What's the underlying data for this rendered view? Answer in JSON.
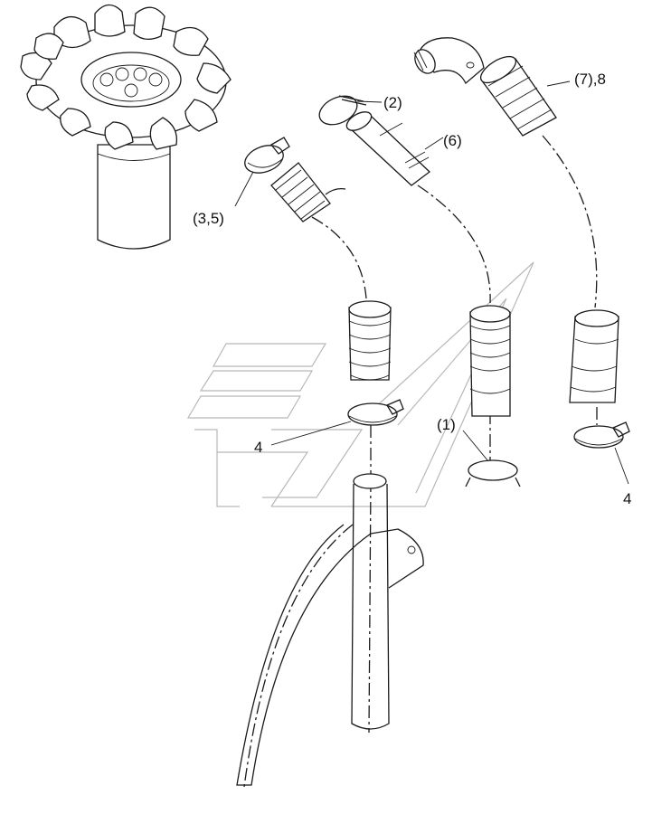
{
  "callouts": {
    "ring_clip_top": "(2)",
    "hose_straight": "(6)",
    "elbow_hose": "(7),8",
    "corrugated_clamp": "(3,5)",
    "clamp_left": "4",
    "ring_clip_bottom": "(1)",
    "clamp_right": "4"
  },
  "colors": {
    "line": "#1a1a1a",
    "watermark": "#b8b8b8",
    "background": "#ffffff"
  }
}
